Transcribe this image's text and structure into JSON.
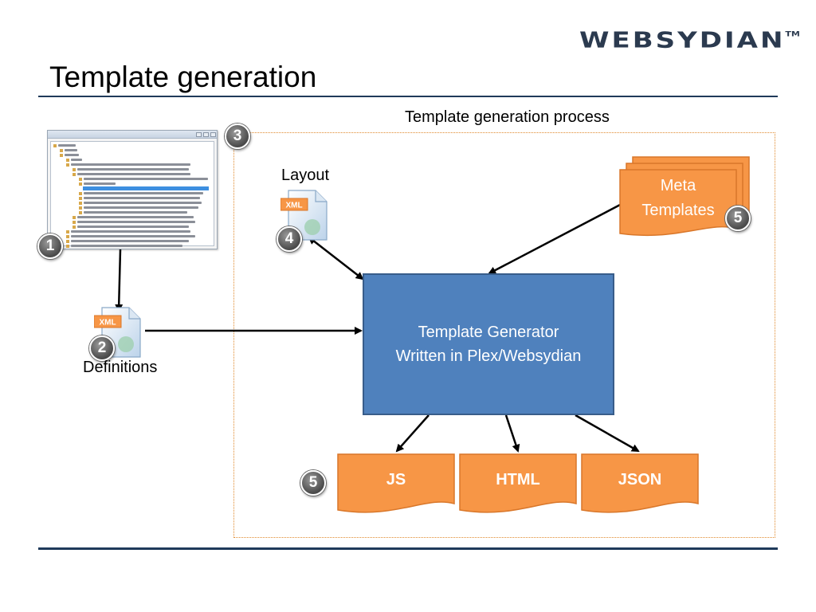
{
  "header": {
    "logo_text": "WEBSYDIAN",
    "logo_tm": "TM",
    "title": "Template generation"
  },
  "diagram": {
    "process_label": "Template generation process",
    "layout_label": "Layout",
    "definitions_label": "Definitions",
    "generator_line1": "Template Generator",
    "generator_line2": "Written in Plex/Websydian",
    "meta_line1": "Meta",
    "meta_line2": "Templates",
    "xml_tag": "XML",
    "outputs": [
      "JS",
      "HTML",
      "JSON"
    ],
    "badges": {
      "screenshot": "1",
      "definitions": "2",
      "process": "3",
      "layout": "4",
      "meta": "5",
      "outputs": "5"
    }
  },
  "colors": {
    "accent_orange": "#f79646",
    "generator_blue": "#4f81bd",
    "rule_navy": "#1f3a5a"
  }
}
